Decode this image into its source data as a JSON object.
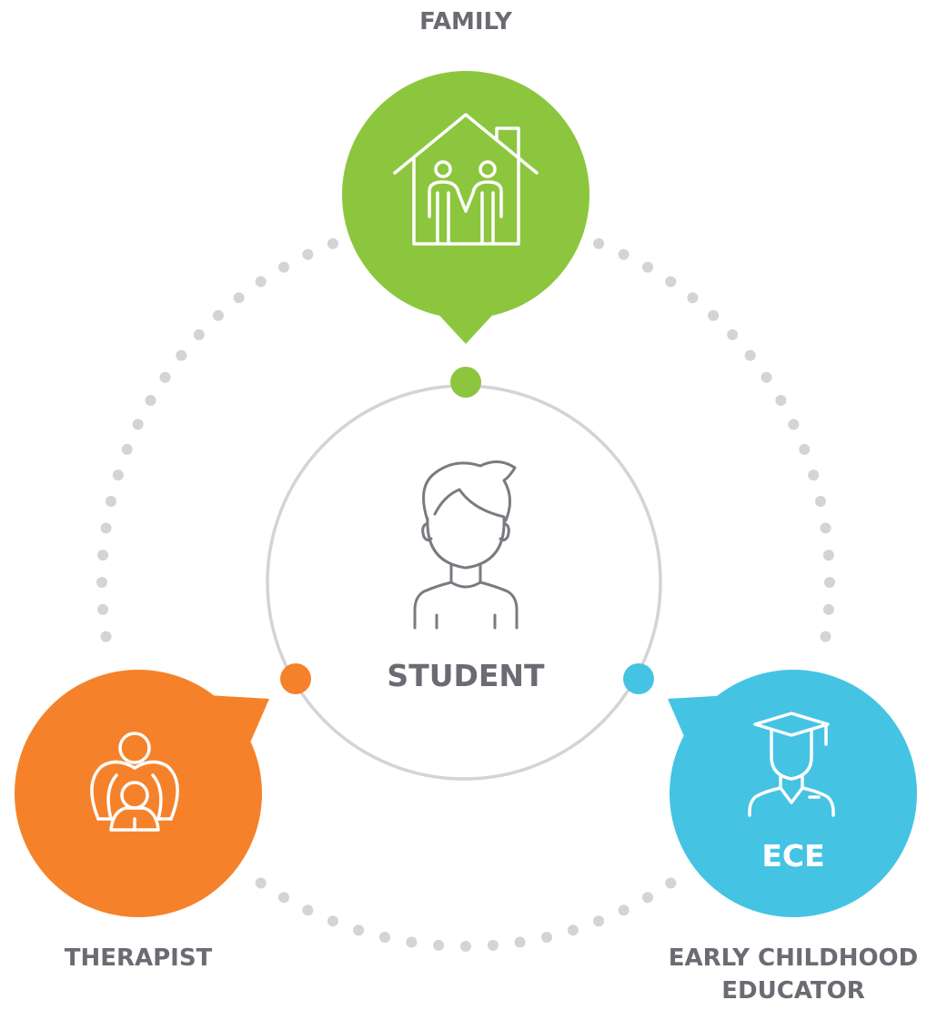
{
  "labels": {
    "family": "FAMILY",
    "student": "STUDENT",
    "therapist": "THERAPIST",
    "ece_badge": "ECE",
    "educator_line1": "EARLY CHILDHOOD",
    "educator_line2": "EDUCATOR"
  },
  "colors": {
    "family": "#8cc63f",
    "therapist": "#f5822a",
    "educator": "#45c3e3",
    "text": "#6b6b73",
    "ring": "#d3d3d8",
    "dots": "#d3d3d8",
    "icon_outline": "#7a7a82"
  },
  "icons": {
    "family": "house-family-icon",
    "student": "student-person-icon",
    "therapist": "therapist-child-icon",
    "educator": "graduate-cap-icon"
  }
}
